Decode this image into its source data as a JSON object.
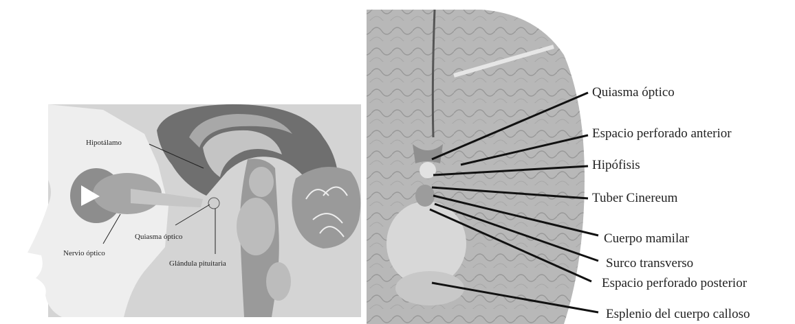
{
  "left_panel": {
    "labels": {
      "hypothalamus": "Hipotálamo",
      "optic_nerve": "Nervio óptico",
      "optic_chiasm": "Quiasma óptico",
      "pituitary": "Glándula pituitaria"
    }
  },
  "right_panel": {
    "labels": {
      "optic_chiasm": "Quiasma óptico",
      "anterior_perforated": "Espacio perforado anterior",
      "hypophysis": "Hipófisis",
      "tuber": "Tuber Cinereum",
      "mammillary": "Cuerpo mamilar",
      "transverse_sulcus": "Surco transverso",
      "posterior_perforated": "Espacio perforado posterior",
      "splenium": "Esplenio del cuerpo calloso"
    }
  },
  "colors": {
    "bg_gray": "#d4d4d4",
    "head_light": "#eeeeee",
    "brain_dark": "#6f6f6f",
    "brain_mid": "#9a9a9a",
    "brain_light": "#bcbcbc",
    "cortex_right": "#b8b8b8",
    "line": "#111111"
  }
}
